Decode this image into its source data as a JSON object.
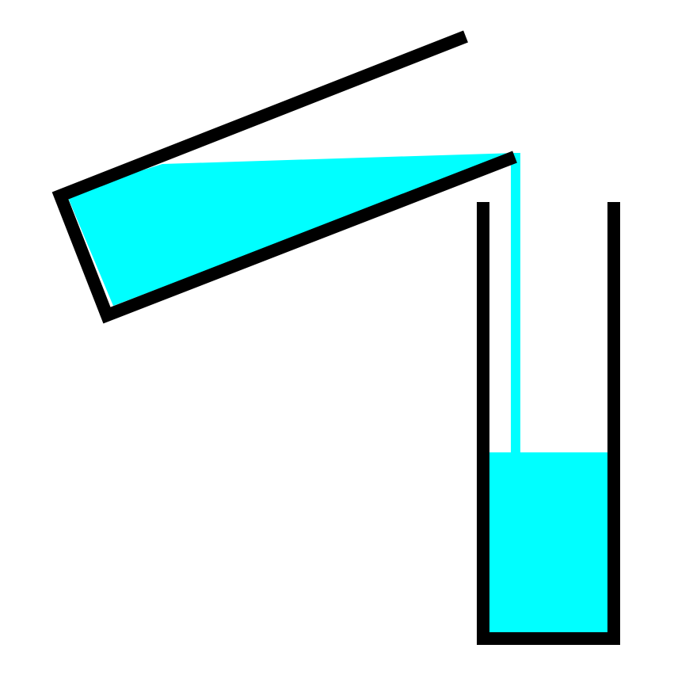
{
  "diagram": {
    "description_visible_text": "",
    "colors": {
      "liquid": "#00ffff",
      "glass": "#000000",
      "background": "#ffffff"
    },
    "elements": {
      "source_container": "tilted-pouring-vessel",
      "liquid_stream": "pouring-stream",
      "target_container": "receiving-beaker"
    }
  }
}
